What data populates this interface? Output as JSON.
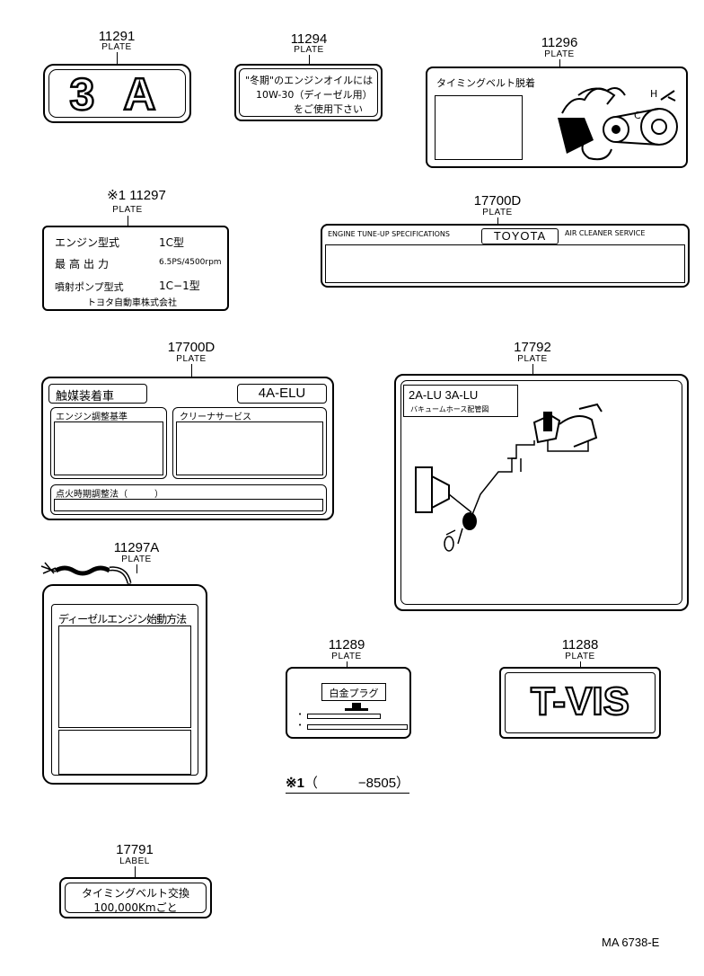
{
  "parts": {
    "p11291": {
      "number": "11291",
      "kind": "PLATE",
      "text": "3 A"
    },
    "p11294": {
      "number": "11294",
      "kind": "PLATE",
      "line1": "\"冬期\"のエンジンオイルには",
      "line2": "10W-30（ディーゼル用）",
      "line3": "をご使用下さい"
    },
    "p11296": {
      "number": "11296",
      "kind": "PLATE",
      "title": "タイミングベルト脱着",
      "h": "H",
      "c": "C"
    },
    "p11297": {
      "number": "11297",
      "marker": "※1",
      "kind": "PLATE",
      "row1_label": "エンジン型式",
      "row1_value": "1C型",
      "row2_label": "最高出力",
      "row2_value": "6.5PS/4500rpm",
      "row3_label": "噴射ポンプ型式",
      "row3_value": "1C−1型",
      "maker": "トヨタ自動車株式会社"
    },
    "p17700D_a": {
      "number": "17700D",
      "kind": "PLATE",
      "left": "ENGINE TUNE-UP SPECIFICATIONS",
      "brand": "TOYOTA",
      "right": "AIR CLEANER SERVICE"
    },
    "p17700D_b": {
      "number": "17700D",
      "kind": "PLATE",
      "tag": "触媒装着車",
      "model": "4A-ELU",
      "box1": "エンジン調整基準",
      "box2": "クリーナサービス",
      "bottom": "点火時期調整法（　　　）"
    },
    "p17792": {
      "number": "17792",
      "kind": "PLATE",
      "title": "2A-LU  3A-LU",
      "subtitle": "バキュームホース配管図"
    },
    "p11297A": {
      "number": "11297A",
      "kind": "PLATE",
      "title": "ディーゼルエンジン始動方法"
    },
    "p11289": {
      "number": "11289",
      "kind": "PLATE",
      "title": "白金プラグ"
    },
    "p11288": {
      "number": "11288",
      "kind": "PLATE",
      "text": "T-VIS"
    },
    "footnote": {
      "marker": "※1",
      "text": "（　　　−8505）"
    },
    "p17791": {
      "number": "17791",
      "kind": "LABEL",
      "line1": "タイミングベルト交換",
      "line2": "100,000Kmごと"
    },
    "code": "MA 6738-E"
  }
}
